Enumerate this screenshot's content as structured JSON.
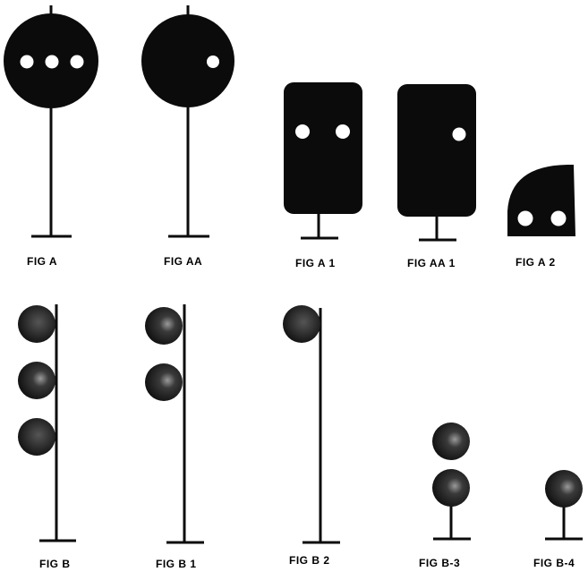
{
  "colors": {
    "ink": "#0b0b0b",
    "lamp": "#ffffff",
    "shade": "#2a2a2a",
    "paper": "#ffffff"
  },
  "figures": {
    "a": {
      "caption": "FIG  A"
    },
    "aa": {
      "caption": "FIG  AA"
    },
    "a1": {
      "caption": "FIG  A 1"
    },
    "aa1": {
      "caption": "FIG  AA 1"
    },
    "a2": {
      "caption": "FIG  A 2"
    },
    "b": {
      "caption": "FIG  B"
    },
    "b1": {
      "caption": "FIG  B 1"
    },
    "b2": {
      "caption": "FIG  B 2"
    },
    "b3": {
      "caption": "FIG  B-3"
    },
    "b4": {
      "caption": "FIG  B-4"
    }
  }
}
